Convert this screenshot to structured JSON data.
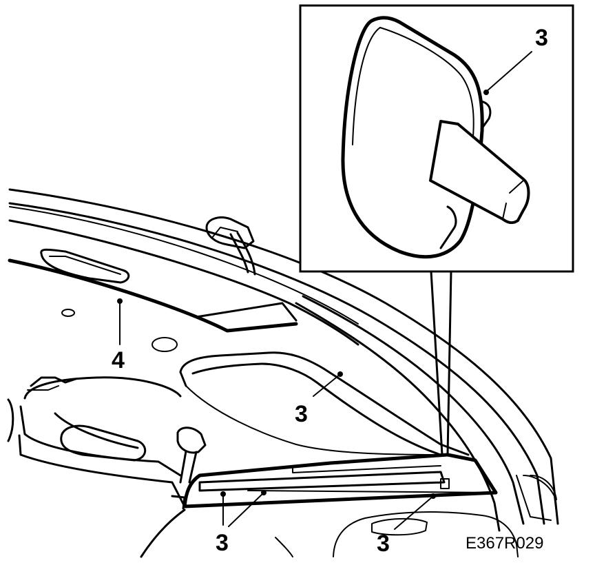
{
  "diagram": {
    "figure_code": "E367R029",
    "callouts": {
      "inset_label": "3",
      "windshield_trim_label": "3",
      "headliner_label": "4",
      "bottom_left_label": "3",
      "bottom_center_label": "3"
    }
  }
}
